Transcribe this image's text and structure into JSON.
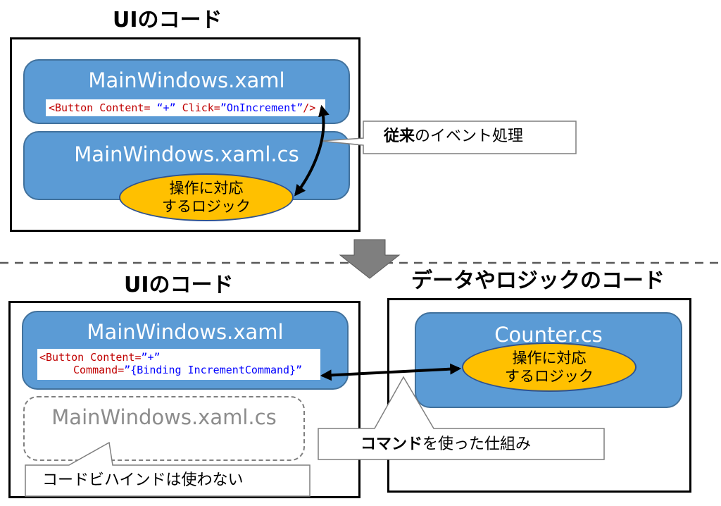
{
  "top": {
    "heading": "UIのコード",
    "xaml_title": "MainWindows.xaml",
    "code_line": {
      "p1": "<Button Content=",
      "p2": " “+” ",
      "p3": "Click=",
      "p4": "”OnIncrement”",
      "p5": "/>"
    },
    "cs_title": "MainWindows.xaml.cs",
    "logic_line1": "操作に対応",
    "logic_line2": "するロジック",
    "callout_bold": "従来",
    "callout_rest": "のイベント処理"
  },
  "bottom_left": {
    "heading": "UIのコード",
    "xaml_title": "MainWindows.xaml",
    "code_line1": {
      "p1": "<Button Content=",
      "p2": "”+”"
    },
    "code_line2": {
      "p1": "Command=",
      "p2": "”{Binding IncrementCommand}”"
    },
    "cs_title": "MainWindows.xaml.cs",
    "callout": "コードビハインドは使わない"
  },
  "bottom_right": {
    "heading": "データやロジックのコード",
    "counter_title": "Counter.cs",
    "logic_line1": "操作に対応",
    "logic_line2": "するロジック",
    "callout_bold": "コマンド",
    "callout_rest": "を使った仕組み"
  },
  "colors": {
    "blue_box": "#5b9bd5",
    "logic_oval": "#ffc000",
    "arrow_gray": "#7f7f7f"
  }
}
